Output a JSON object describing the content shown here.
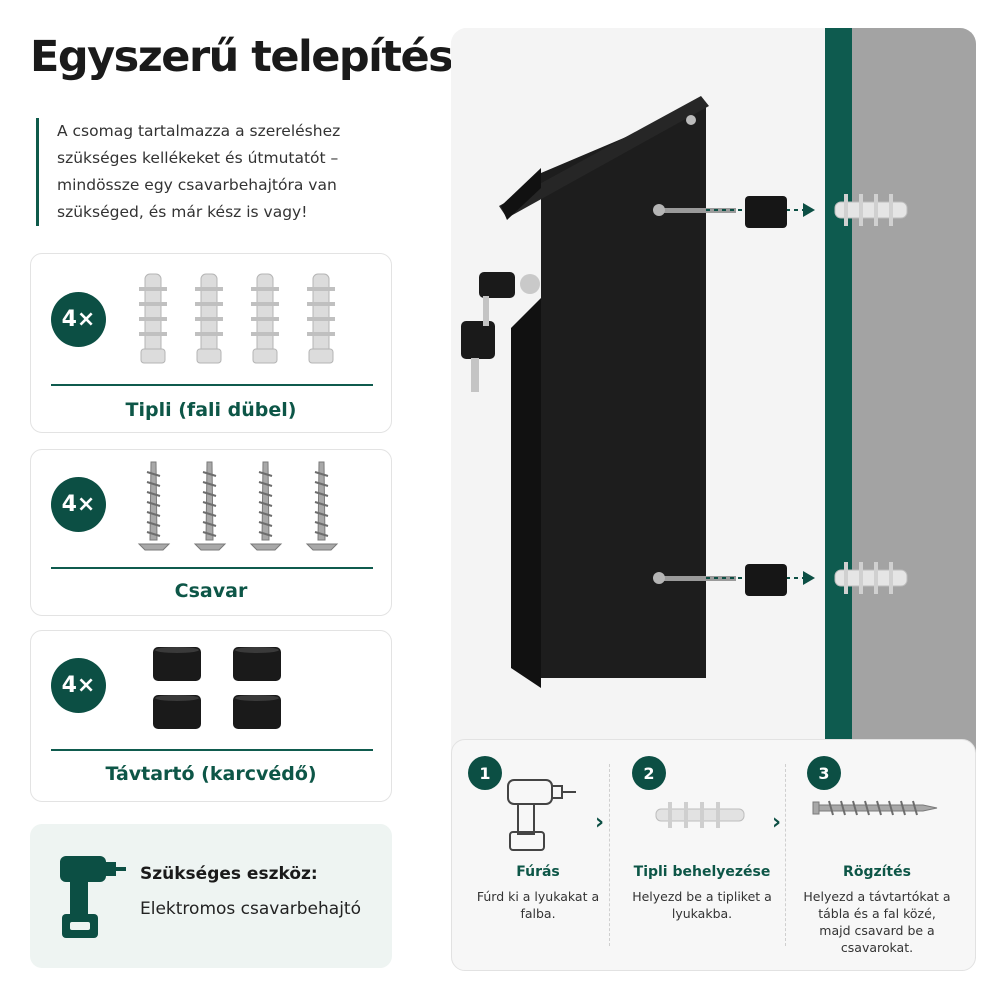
{
  "title": "Egyszerű telepítés",
  "intro": "A csomag tartalmazza a szereléshez szükséges kellékeket és útmutatót – mindössze egy csavarbehajtóra van szükséged, és már kész is vagy!",
  "cards": [
    {
      "count": "4×",
      "label": "Tipli (fali dübel)"
    },
    {
      "count": "4×",
      "label": "Csavar"
    },
    {
      "count": "4×",
      "label": "Távtartó (karcvédő)"
    }
  ],
  "tool": {
    "title": "Szükséges eszköz:",
    "name": "Elektromos csavarbehajtó",
    "icon": "drill-icon"
  },
  "steps": [
    {
      "num": "1",
      "title": "Fúrás",
      "text": "Fúrd ki a lyukakat a falba.",
      "icon": "drill-icon"
    },
    {
      "num": "2",
      "title": "Tipli behelyezése",
      "text": "Helyezd be a tipliket a lyukakba.",
      "icon": "wall-plug-icon"
    },
    {
      "num": "3",
      "title": "Rögzítés",
      "text": "Helyezd a távtartókat a tábla és a fal közé, majd csavard be a csavarokat.",
      "icon": "screw-icon"
    }
  ],
  "colors": {
    "accent": "#0c4f44",
    "wall": "#9a9a9a",
    "box": "#1e1e1e"
  }
}
